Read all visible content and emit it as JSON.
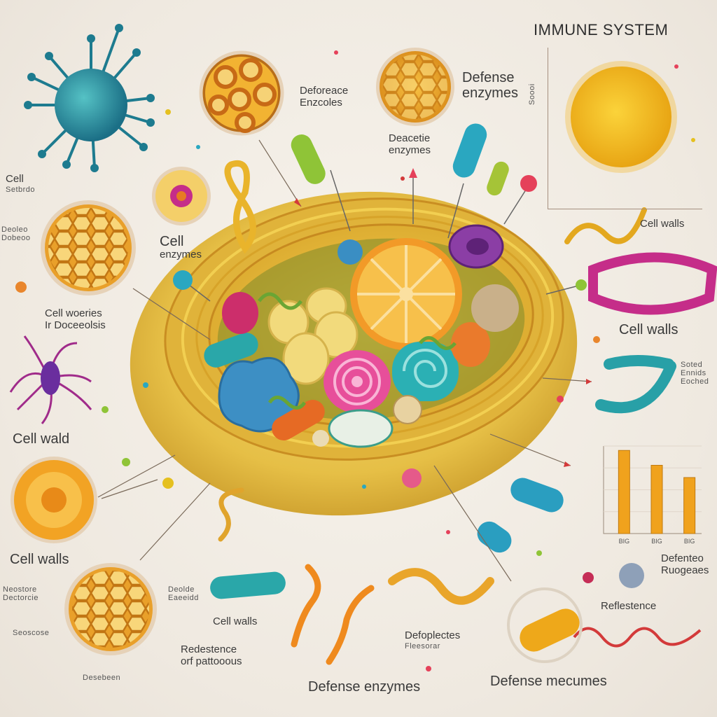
{
  "title": "IMMUNE SYSTEM",
  "labels": {
    "deforeace_enzcoles": [
      "Deforeace",
      "Enzcoles"
    ],
    "defense_enzymes_top": [
      "Defense",
      "enzymes"
    ],
    "deactie_enzymes": [
      "Deacetie",
      "enzymes"
    ],
    "cell_walls_right_top": [
      "Cell walls"
    ],
    "cell_walls_right": "Cell walls",
    "sotedi": [
      "Soted",
      "Ennids",
      "Eoched"
    ],
    "cell_wall_left_top": [
      "Cell",
      "Setbrdo"
    ],
    "deoleo": [
      "Deoleo",
      "Dobeoo"
    ],
    "cell_enzymes": [
      "Cell",
      "enzymes"
    ],
    "cell_woeries": [
      "Cell woeries",
      "Ir Doceeolsis"
    ],
    "cell_wald": "Cell wald",
    "cell_walls_left": "Cell walls",
    "neostore": [
      "Neostore",
      "Dectorcie"
    ],
    "seoscose": "Seoscose",
    "deoloe_small": [
      "Deolde",
      "Eaeeidd"
    ],
    "cell_walls_bottom": "Cell walls",
    "resistance_of": [
      "Redestence",
      "orf pattooous"
    ],
    "defense_enzymes_bottom": "Defense enzymes",
    "defoplectes": [
      "Defoplectes",
      "Fleesorar"
    ],
    "defense_mecumes": "Defense mecumes",
    "reflectance": "Reflestence",
    "defenteo": [
      "Defenteo",
      "Ruogeaes"
    ],
    "desebeen": "Desebeen",
    "side_axis": "Soooi"
  },
  "chart_data": {
    "type": "bar",
    "categories": [
      "BIG",
      "BIG",
      "BIG"
    ],
    "values": [
      95,
      78,
      64
    ],
    "ylim": [
      0,
      100
    ],
    "bar_color": "#f0a21d",
    "grid": true
  },
  "colors": {
    "potato": "#e9c24a",
    "potato_edge": "#c99a2a",
    "orange": "#f3a13a",
    "teal": "#26a3a8",
    "magenta": "#c42a86",
    "purple": "#7b3aa8",
    "honeycomb": "#f2b332"
  }
}
